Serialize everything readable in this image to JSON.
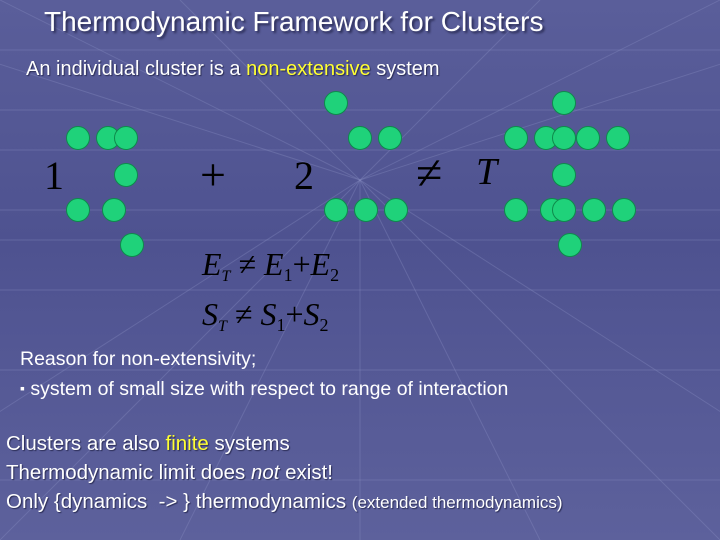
{
  "slide": {
    "title": "Thermodynamic Framework for Clusters",
    "subtitle_pre": "An individual cluster is a ",
    "subtitle_hl": "non-extensive",
    "subtitle_post": " system",
    "label_1": "1",
    "label_plus": "+",
    "label_2": "2",
    "label_neq": "≠",
    "label_T": "T",
    "eq_energy": {
      "lhs": "E",
      "lhs_sub": "T",
      "op": "≠",
      "r1": "E",
      "r1_sub": "1",
      "plus": "+",
      "r2": "E",
      "r2_sub": "2"
    },
    "eq_entropy": {
      "lhs": "S",
      "lhs_sub": "T",
      "op": "≠",
      "r1": "S",
      "r1_sub": "1",
      "plus": "+",
      "r2": "S",
      "r2_sub": "2"
    },
    "reason_heading": "Reason for non-extensivity;",
    "reason_bullet_marker": "▪",
    "reason_bullet": "system of small size with respect to range of interaction",
    "line1_pre": "Clusters are also ",
    "line1_hl": "finite",
    "line1_post": " systems",
    "line2_pre": "Thermodynamic limit does ",
    "line2_em": "not",
    "line2_post": " exist!",
    "line3_main": "Only {dynamics  -> } thermodynamics ",
    "line3_small": "(extended thermodynamics)"
  },
  "colors": {
    "dot_fill": "#1fd27a",
    "highlight": "#ffff33",
    "background": "#4e5290"
  }
}
